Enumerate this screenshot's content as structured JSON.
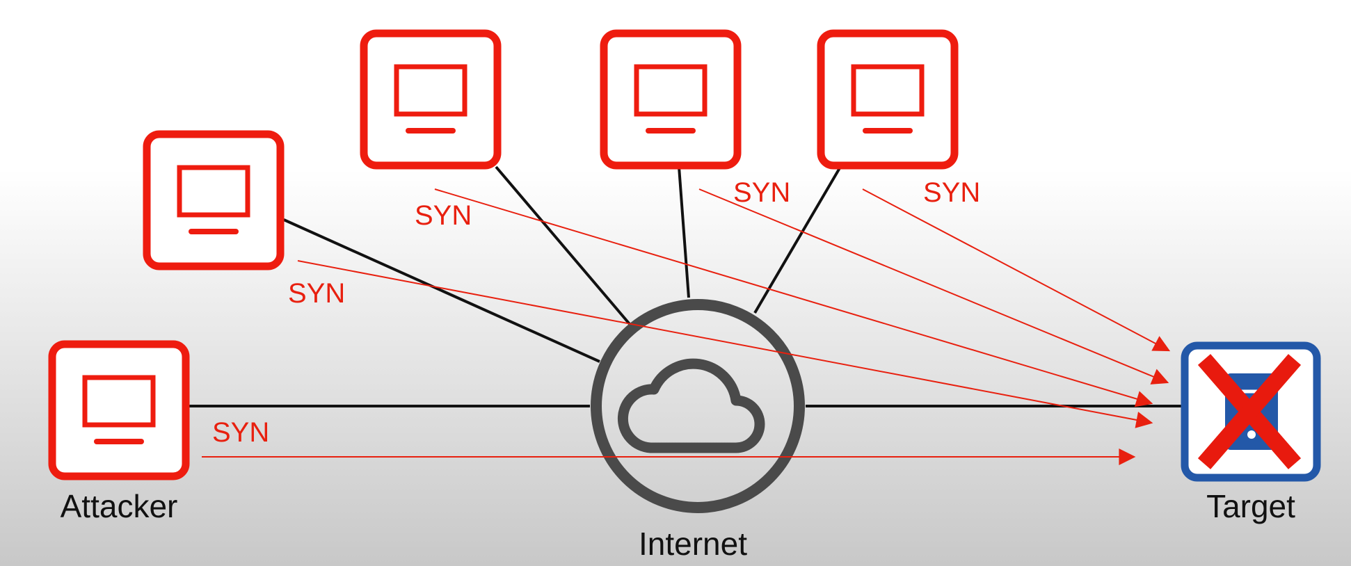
{
  "nodes": {
    "attacker": {
      "label": "Attacker"
    },
    "internet": {
      "label": "Internet"
    },
    "target": {
      "label": "Target"
    }
  },
  "packet_label": "SYN",
  "colors": {
    "bot": "#ee1c0f",
    "target": "#2358a8",
    "cloud": "#4a4a4a",
    "link": "#111111",
    "packet": "#e8200f",
    "label_text": "#111111",
    "cross": "#e81a0e"
  },
  "icons": {
    "bot": "monitor-icon",
    "internet": "cloud-icon",
    "target": "server-icon",
    "down": "cross-icon"
  }
}
